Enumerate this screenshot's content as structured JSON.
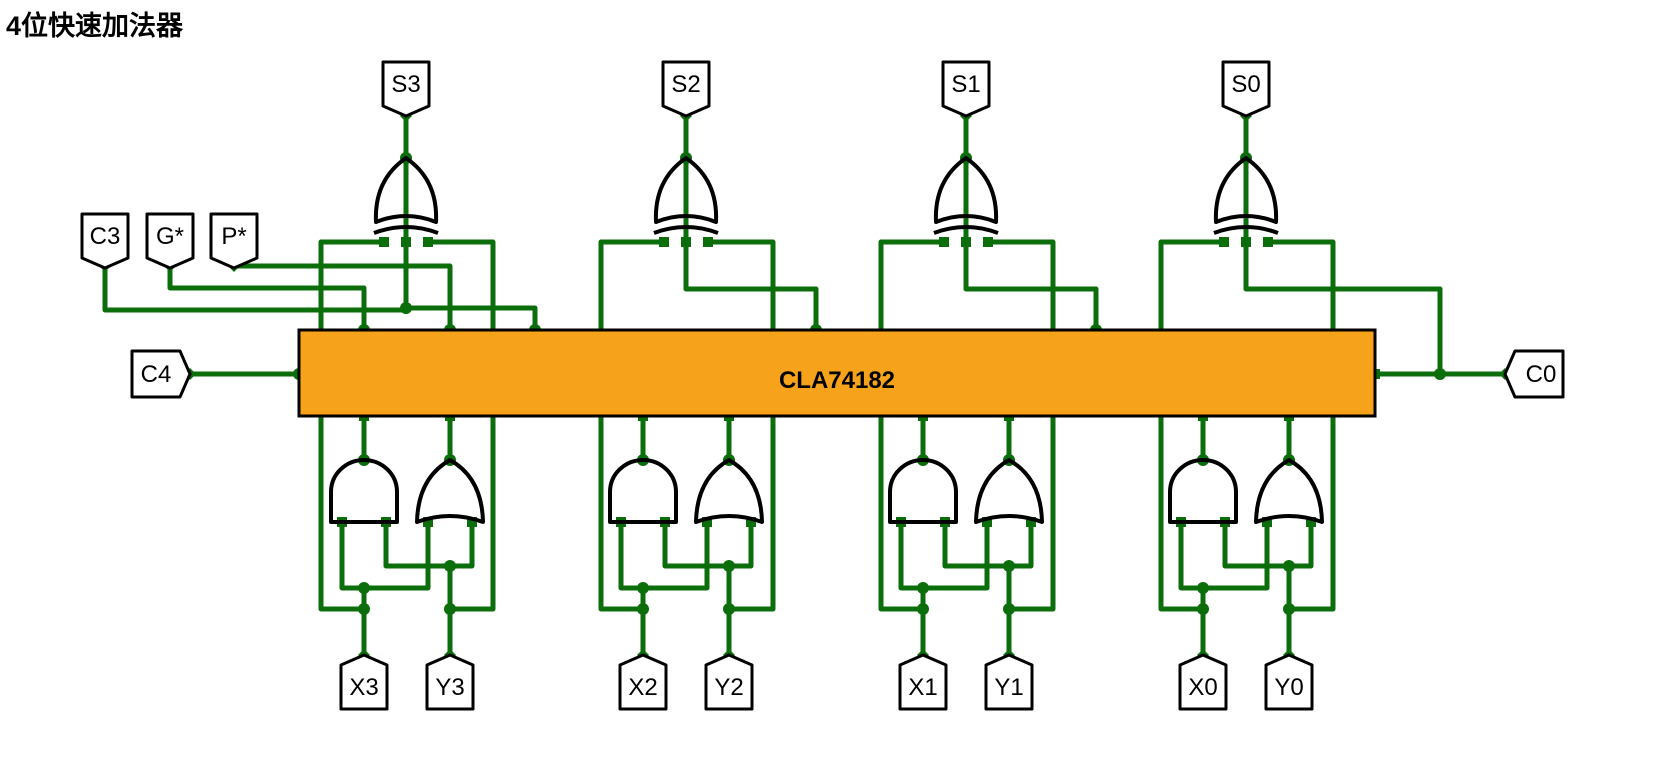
{
  "page": {
    "title": "4位快速加法器"
  },
  "colors": {
    "wire": "#0b6e0b",
    "chip_fill": "#f7a21b",
    "gate_stroke": "#000000"
  },
  "chip": {
    "label": "CLA74182"
  },
  "outputs": [
    "S3",
    "S2",
    "S1",
    "S0"
  ],
  "carry_out": {
    "c4": "C4",
    "c3": "C3",
    "g": "G*",
    "p": "P*"
  },
  "carry_in": "C0",
  "inputs": [
    {
      "x": "X3",
      "y": "Y3"
    },
    {
      "x": "X2",
      "y": "Y2"
    },
    {
      "x": "X1",
      "y": "Y1"
    },
    {
      "x": "X0",
      "y": "Y0"
    }
  ],
  "gate_icons": [
    "and-gate-icon",
    "or-gate-icon",
    "xor-gate-icon"
  ]
}
